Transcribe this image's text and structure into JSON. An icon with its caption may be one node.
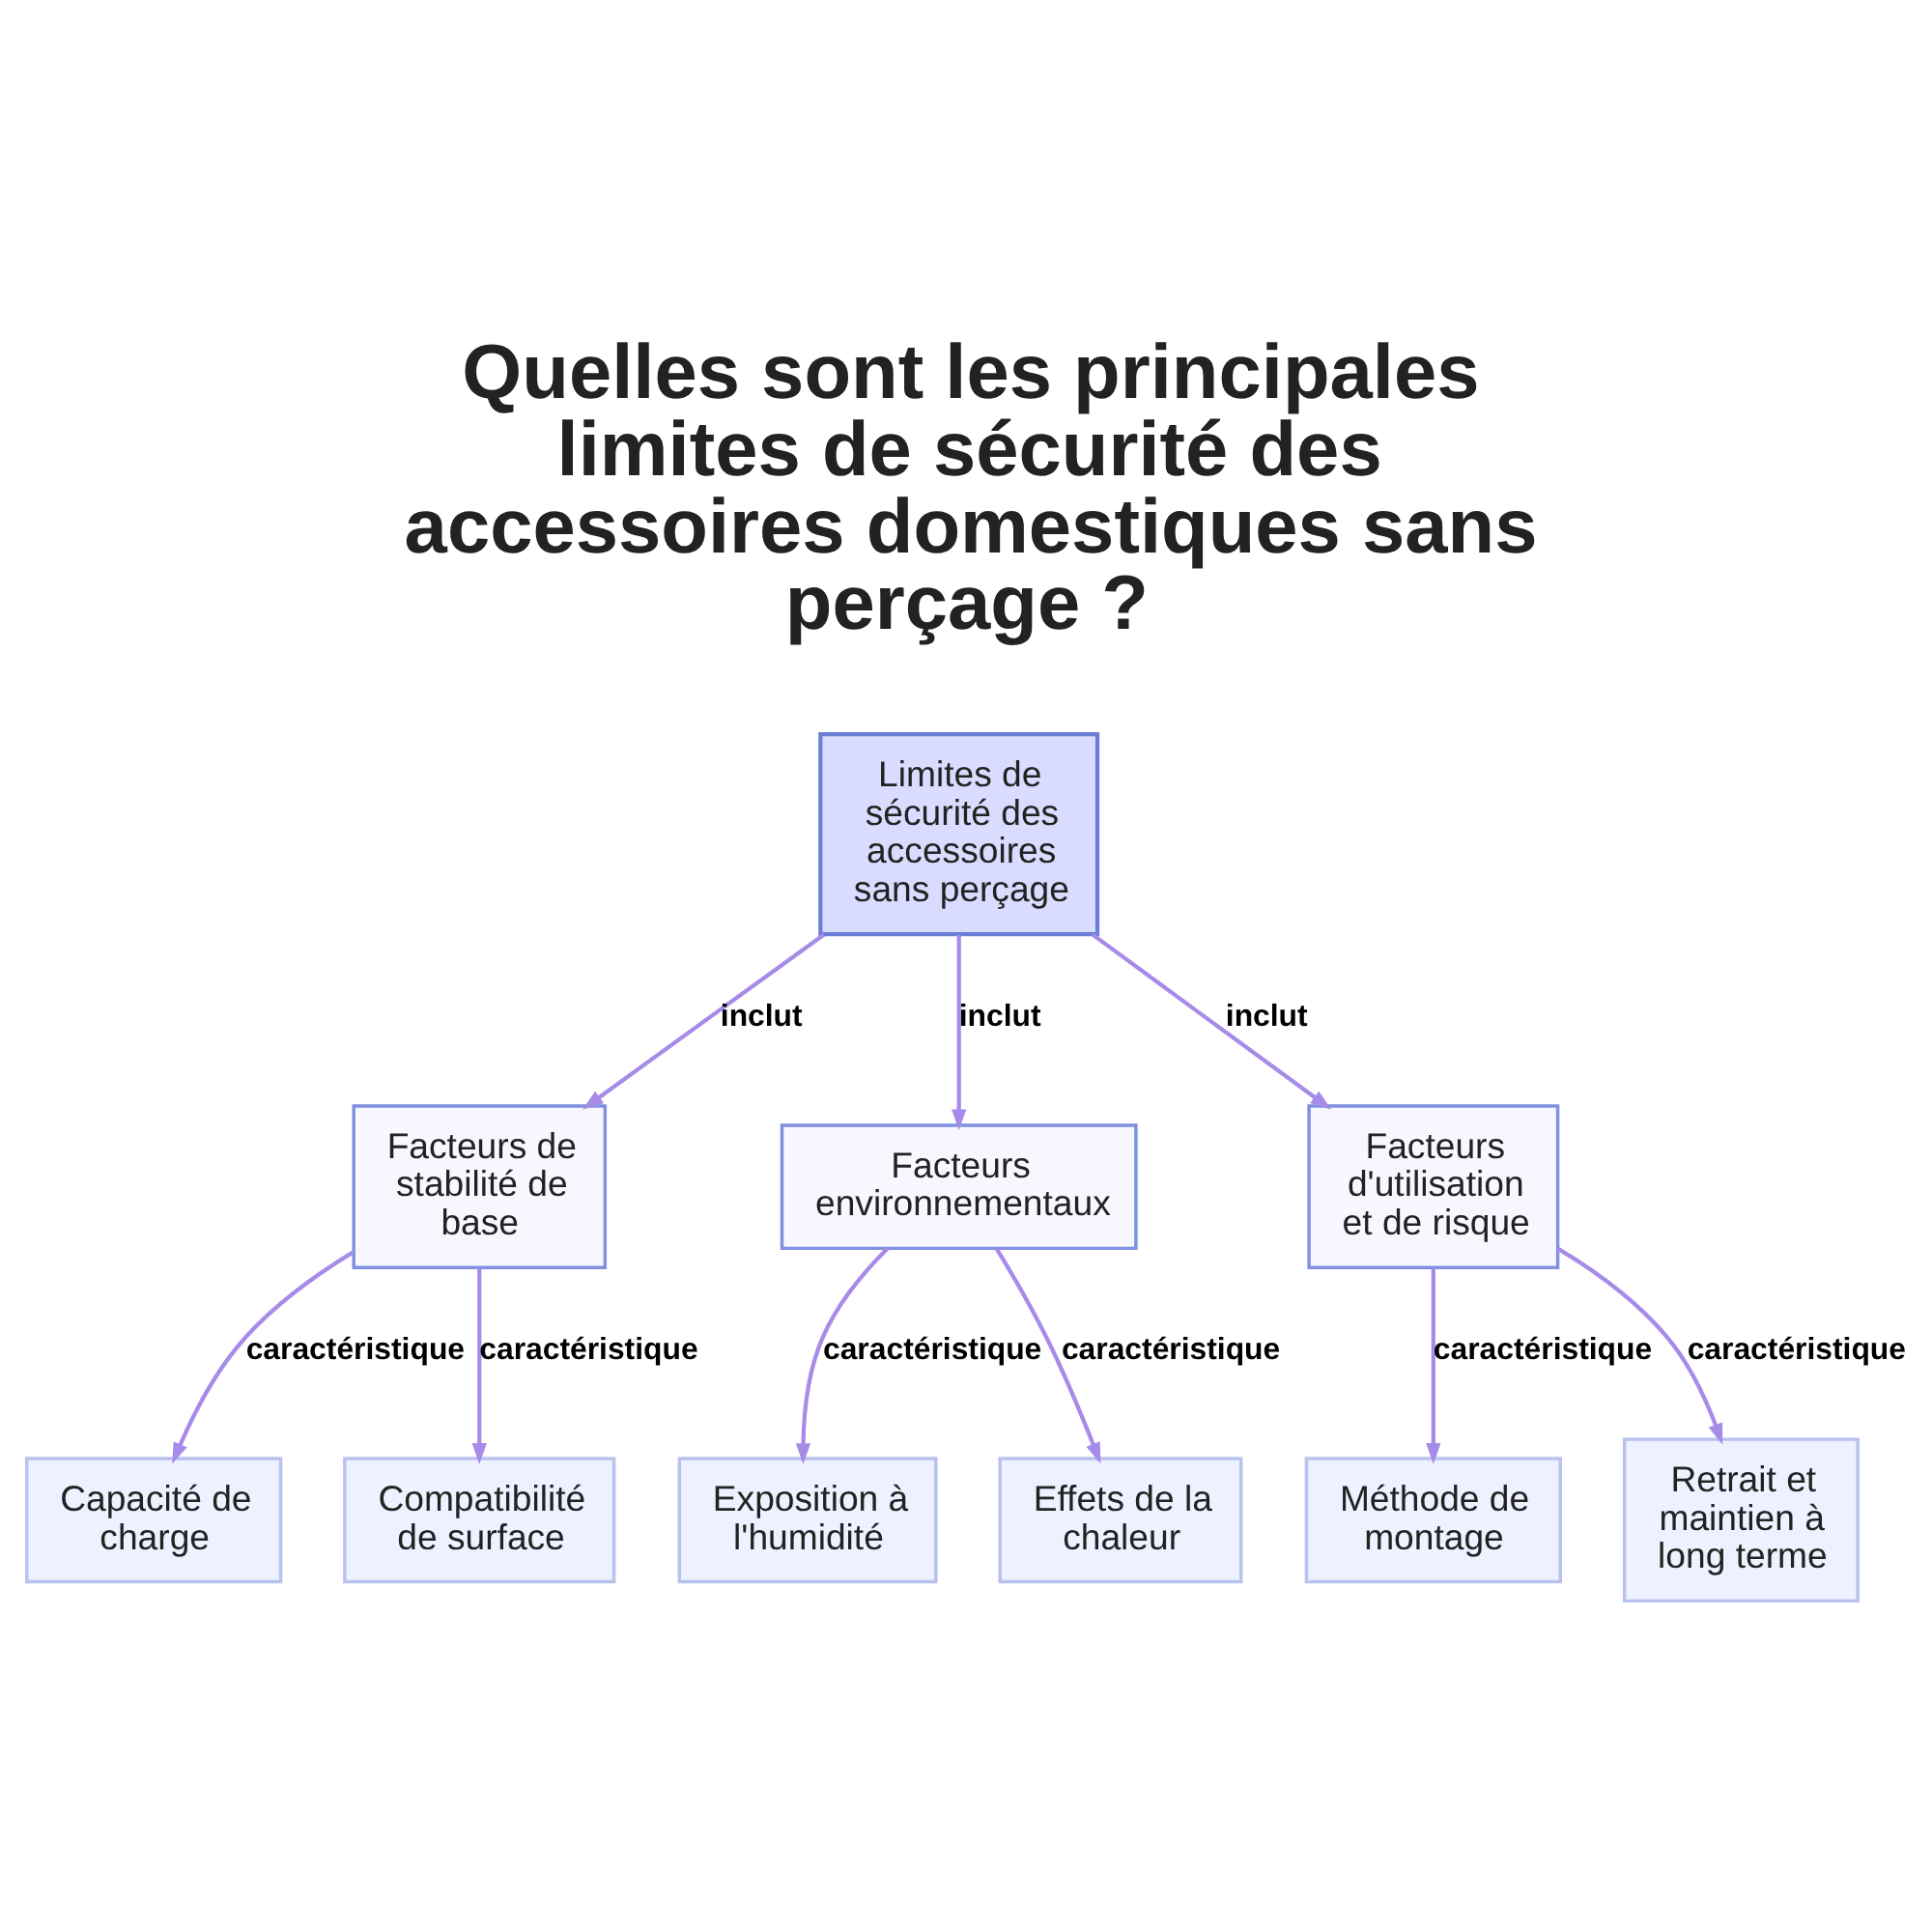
{
  "diagram": {
    "title": "Quelles sont les principales limites de sécurité des accessoires domestiques sans perçage ?",
    "nodes": [
      {
        "text": [
          "Limites de sécurité des accessoires sans perçage"
        ]
      },
      {
        "text": [
          "Facteurs de stabilité de base"
        ]
      },
      {
        "text": [
          "Facteurs environnementaux"
        ]
      },
      {
        "text": [
          "Facteurs d'utilisation et de risque"
        ]
      },
      {
        "text": [
          "Capacité de charge"
        ]
      },
      {
        "text": [
          "Compatibilité de surface"
        ]
      },
      {
        "text": [
          "Exposition à l'humidité"
        ]
      },
      {
        "text": [
          "Effets de la chaleur"
        ]
      },
      {
        "text": [
          "Méthode de montage"
        ]
      },
      {
        "text": [
          "Retrait et maintien à long terme"
        ]
      }
    ],
    "edges": [
      {
        "from": 0,
        "to": 1,
        "arrow": "to",
        "label": "inclut"
      },
      {
        "from": 0,
        "to": 2,
        "arrow": "to",
        "label": "inclut"
      },
      {
        "from": 0,
        "to": 3,
        "arrow": "to",
        "label": "inclut"
      },
      {
        "from": 1,
        "to": 4,
        "arrow": "to",
        "label": "caractéristique"
      },
      {
        "from": 1,
        "to": 5,
        "arrow": "to",
        "label": "caractéristique"
      },
      {
        "from": 2,
        "to": 6,
        "arrow": "to",
        "label": "caractéristique"
      },
      {
        "from": 2,
        "to": 7,
        "arrow": "to",
        "label": "caractéristique"
      },
      {
        "from": 3,
        "to": 8,
        "arrow": "to",
        "label": "caractéristique"
      },
      {
        "from": 3,
        "to": 9,
        "arrow": "to",
        "label": "caractéristique"
      }
    ]
  }
}
